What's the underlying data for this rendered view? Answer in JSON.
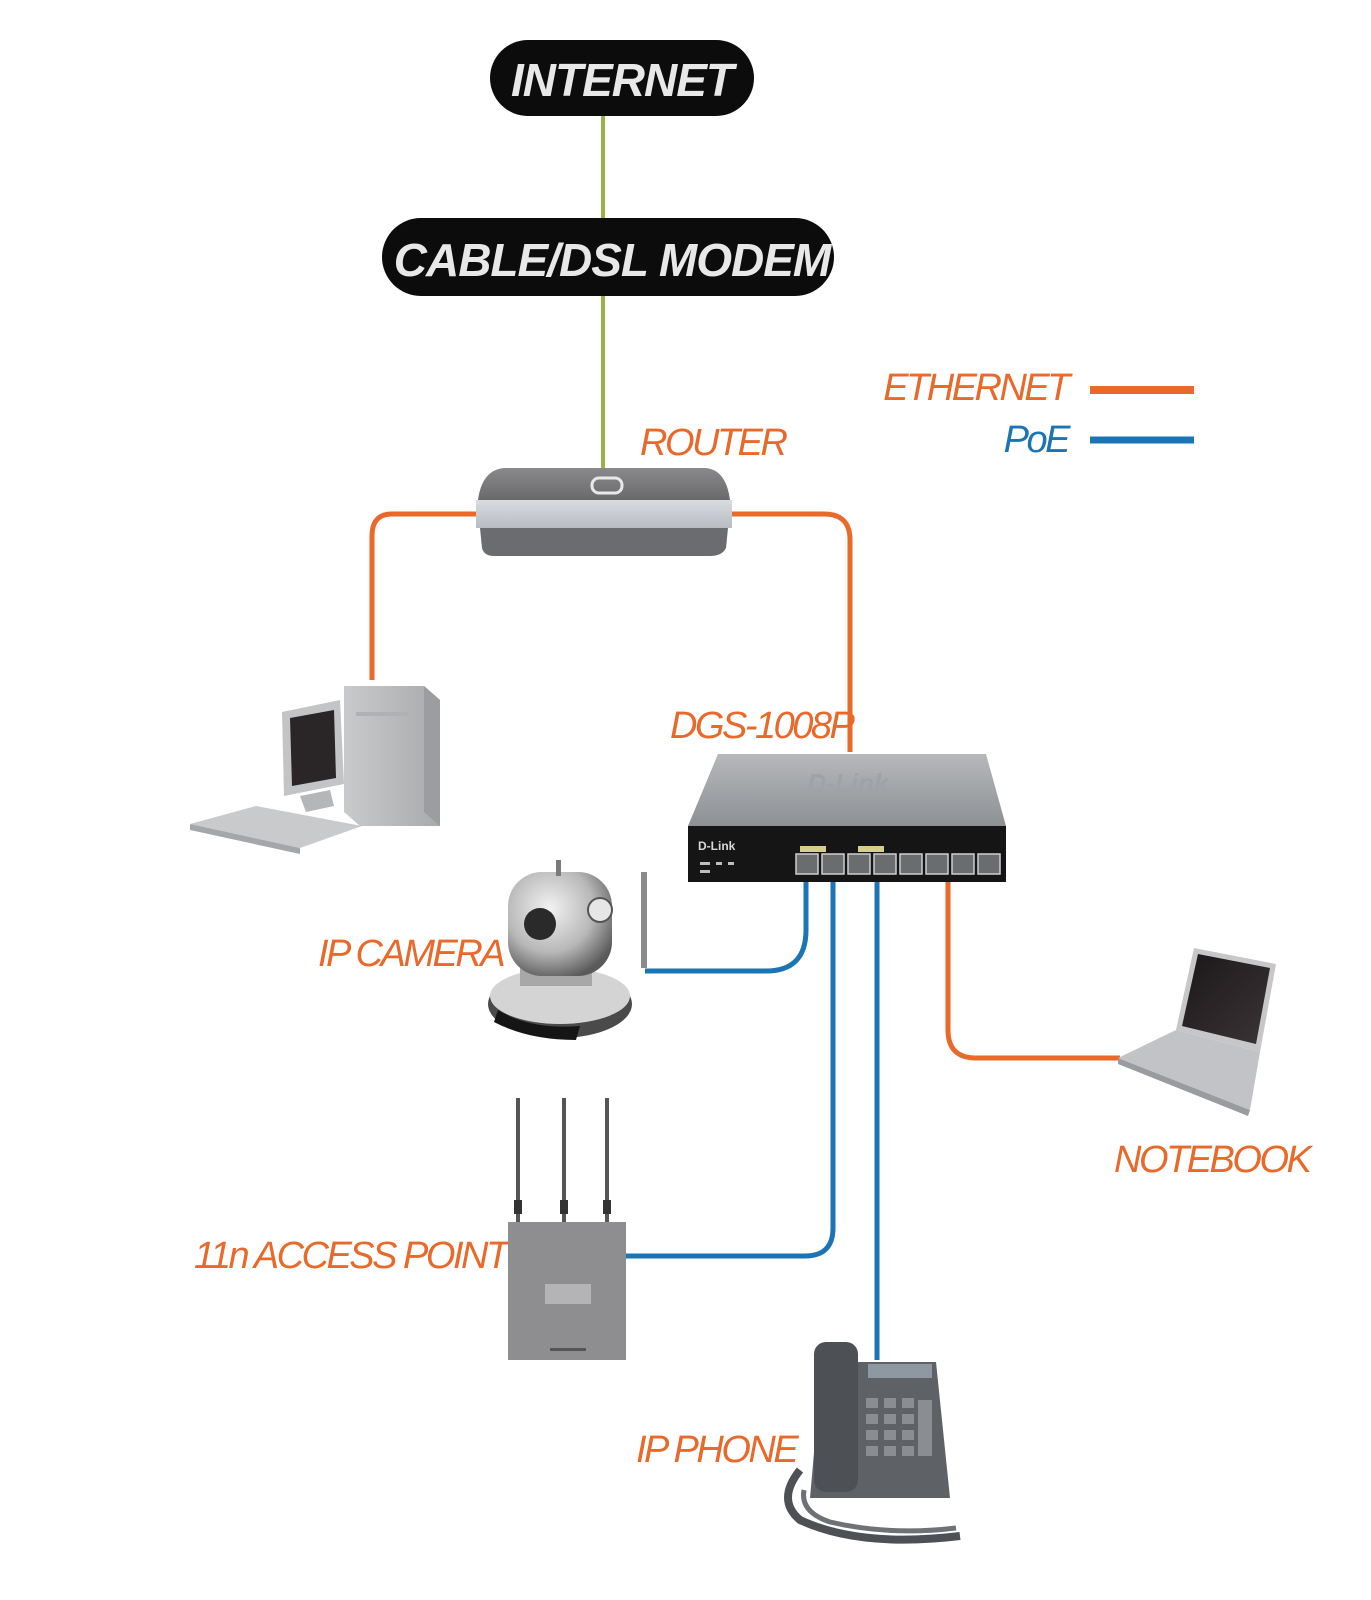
{
  "title": "DGS-1008P Network Diagram",
  "colors": {
    "ethernet": "#e8692a",
    "poe": "#1b74b4",
    "uplink": "#9ab24a",
    "label_orange": "#e8692a",
    "label_blue": "#1b74b4",
    "pill_bg": "#0c0c0c",
    "pill_text": "#e8e8e8"
  },
  "nodes": {
    "internet": {
      "label": "INTERNET"
    },
    "modem": {
      "label": "CABLE/DSL MODEM"
    },
    "router": {
      "label": "ROUTER"
    },
    "switch": {
      "label": "DGS-1008P",
      "brand": "D-Link"
    },
    "desktop": {
      "label": ""
    },
    "ip_camera": {
      "label": "IP CAMERA"
    },
    "access_point": {
      "label": "11n ACCESS POINT"
    },
    "ip_phone": {
      "label": "IP PHONE"
    },
    "notebook": {
      "label": "NOTEBOOK"
    }
  },
  "legend": [
    {
      "label": "ETHERNET",
      "type": "ethernet"
    },
    {
      "label": "PoE",
      "type": "poe"
    }
  ],
  "connections": [
    {
      "from": "internet",
      "to": "modem",
      "type": "uplink"
    },
    {
      "from": "modem",
      "to": "router",
      "type": "uplink"
    },
    {
      "from": "router",
      "to": "desktop",
      "type": "ethernet"
    },
    {
      "from": "router",
      "to": "switch",
      "type": "ethernet"
    },
    {
      "from": "switch",
      "to": "ip_camera",
      "type": "poe"
    },
    {
      "from": "switch",
      "to": "access_point",
      "type": "poe"
    },
    {
      "from": "switch",
      "to": "ip_phone",
      "type": "poe"
    },
    {
      "from": "switch",
      "to": "notebook",
      "type": "ethernet"
    }
  ]
}
